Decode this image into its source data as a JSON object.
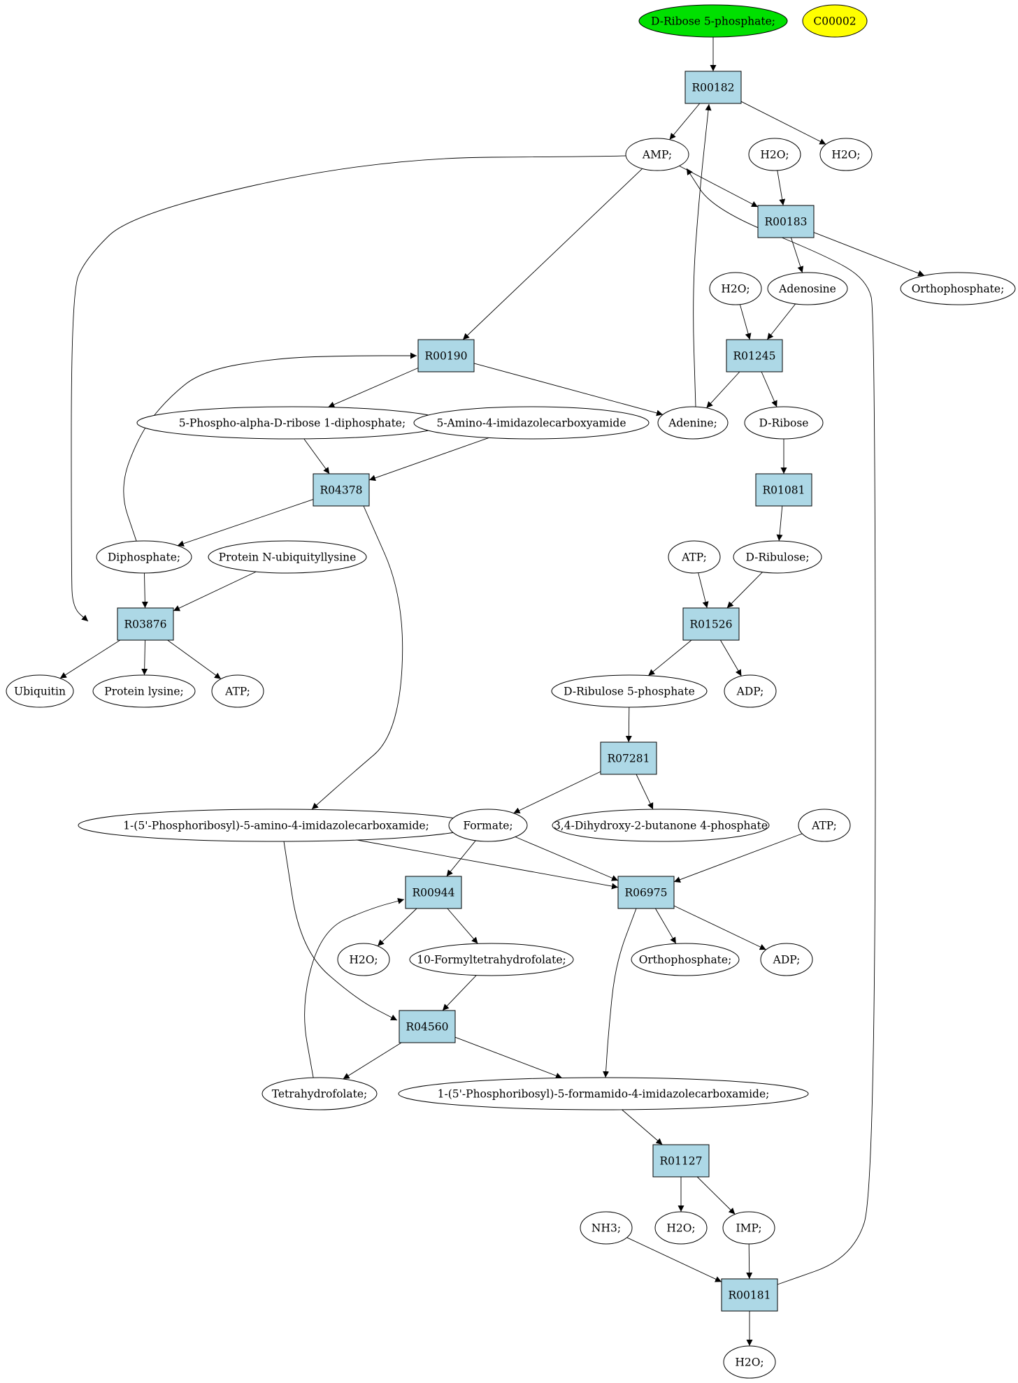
{
  "colors": {
    "reaction_fill": "#add8e6",
    "compound_fill": "#ffffff",
    "start_fill": "#00e000",
    "highlight_fill": "#ffff00",
    "stroke": "#000000"
  },
  "nodes": [
    {
      "id": "dr5p",
      "label": "D-Ribose 5-phosphate;",
      "kind": "start"
    },
    {
      "id": "c00002",
      "label": "C00002",
      "kind": "highlight"
    },
    {
      "id": "r00182",
      "label": "R00182",
      "kind": "reaction"
    },
    {
      "id": "amp",
      "label": "AMP;",
      "kind": "compound"
    },
    {
      "id": "h2o_a",
      "label": "H2O;",
      "kind": "compound"
    },
    {
      "id": "h2o_b",
      "label": "H2O;",
      "kind": "compound"
    },
    {
      "id": "r00183",
      "label": "R00183",
      "kind": "reaction"
    },
    {
      "id": "h2o_c",
      "label": "H2O;",
      "kind": "compound"
    },
    {
      "id": "adenosine",
      "label": "Adenosine",
      "kind": "compound"
    },
    {
      "id": "ortho1",
      "label": "Orthophosphate;",
      "kind": "compound"
    },
    {
      "id": "r00190",
      "label": "R00190",
      "kind": "reaction"
    },
    {
      "id": "r01245",
      "label": "R01245",
      "kind": "reaction"
    },
    {
      "id": "prpp",
      "label": "5-Phospho-alpha-D-ribose 1-diphosphate;",
      "kind": "compound"
    },
    {
      "id": "aica",
      "label": "5-Amino-4-imidazolecarboxyamide",
      "kind": "compound"
    },
    {
      "id": "adenine",
      "label": "Adenine;",
      "kind": "compound"
    },
    {
      "id": "dribose",
      "label": "D-Ribose",
      "kind": "compound"
    },
    {
      "id": "r04378",
      "label": "R04378",
      "kind": "reaction"
    },
    {
      "id": "r01081",
      "label": "R01081",
      "kind": "reaction"
    },
    {
      "id": "diphos",
      "label": "Diphosphate;",
      "kind": "compound"
    },
    {
      "id": "pnub",
      "label": "Protein N-ubiquityllysine",
      "kind": "compound"
    },
    {
      "id": "atp_a",
      "label": "ATP;",
      "kind": "compound"
    },
    {
      "id": "dribulose",
      "label": "D-Ribulose;",
      "kind": "compound"
    },
    {
      "id": "r03876",
      "label": "R03876",
      "kind": "reaction"
    },
    {
      "id": "r01526",
      "label": "R01526",
      "kind": "reaction"
    },
    {
      "id": "ubiquitin",
      "label": "Ubiquitin",
      "kind": "compound"
    },
    {
      "id": "plys",
      "label": "Protein lysine;",
      "kind": "compound"
    },
    {
      "id": "atp_b",
      "label": "ATP;",
      "kind": "compound"
    },
    {
      "id": "dribulose5p",
      "label": "D-Ribulose 5-phosphate",
      "kind": "compound"
    },
    {
      "id": "adp_a",
      "label": "ADP;",
      "kind": "compound"
    },
    {
      "id": "r07281",
      "label": "R07281",
      "kind": "reaction"
    },
    {
      "id": "aicar",
      "label": "1-(5'-Phosphoribosyl)-5-amino-4-imidazolecarboxamide;",
      "kind": "compound"
    },
    {
      "id": "formate",
      "label": "Formate;",
      "kind": "compound"
    },
    {
      "id": "dhbp",
      "label": "3,4-Dihydroxy-2-butanone 4-phosphate",
      "kind": "compound"
    },
    {
      "id": "atp_c",
      "label": "ATP;",
      "kind": "compound"
    },
    {
      "id": "r00944",
      "label": "R00944",
      "kind": "reaction"
    },
    {
      "id": "r06975",
      "label": "R06975",
      "kind": "reaction"
    },
    {
      "id": "h2o_d",
      "label": "H2O;",
      "kind": "compound"
    },
    {
      "id": "fthf",
      "label": "10-Formyltetrahydrofolate;",
      "kind": "compound"
    },
    {
      "id": "ortho2",
      "label": "Orthophosphate;",
      "kind": "compound"
    },
    {
      "id": "adp_b",
      "label": "ADP;",
      "kind": "compound"
    },
    {
      "id": "r04560",
      "label": "R04560",
      "kind": "reaction"
    },
    {
      "id": "thf",
      "label": "Tetrahydrofolate;",
      "kind": "compound"
    },
    {
      "id": "faicar",
      "label": "1-(5'-Phosphoribosyl)-5-formamido-4-imidazolecarboxamide;",
      "kind": "compound"
    },
    {
      "id": "r01127",
      "label": "R01127",
      "kind": "reaction"
    },
    {
      "id": "nh3",
      "label": "NH3;",
      "kind": "compound"
    },
    {
      "id": "h2o_e",
      "label": "H2O;",
      "kind": "compound"
    },
    {
      "id": "imp",
      "label": "IMP;",
      "kind": "compound"
    },
    {
      "id": "r00181",
      "label": "R00181",
      "kind": "reaction"
    },
    {
      "id": "h2o_f",
      "label": "H2O;",
      "kind": "compound"
    }
  ],
  "edges": [
    [
      "dr5p",
      "r00182"
    ],
    [
      "r00182",
      "amp"
    ],
    [
      "r00182",
      "h2o_b"
    ],
    [
      "adenine",
      "r00182"
    ],
    [
      "amp",
      "r00183"
    ],
    [
      "h2o_a",
      "r00183"
    ],
    [
      "r00183",
      "adenosine"
    ],
    [
      "r00183",
      "ortho1"
    ],
    [
      "amp",
      "r00190"
    ],
    [
      "amp",
      "r03876"
    ],
    [
      "h2o_c",
      "r01245"
    ],
    [
      "adenosine",
      "r01245"
    ],
    [
      "r01245",
      "adenine"
    ],
    [
      "r01245",
      "dribose"
    ],
    [
      "r00190",
      "prpp"
    ],
    [
      "r00190",
      "adenine"
    ],
    [
      "diphos",
      "r00190"
    ],
    [
      "prpp",
      "r04378"
    ],
    [
      "aica",
      "r04378"
    ],
    [
      "r04378",
      "diphos"
    ],
    [
      "r04378",
      "aicar"
    ],
    [
      "dribose",
      "r01081"
    ],
    [
      "r01081",
      "dribulose"
    ],
    [
      "diphos",
      "r03876"
    ],
    [
      "pnub",
      "r03876"
    ],
    [
      "r03876",
      "ubiquitin"
    ],
    [
      "r03876",
      "plys"
    ],
    [
      "r03876",
      "atp_b"
    ],
    [
      "atp_a",
      "r01526"
    ],
    [
      "dribulose",
      "r01526"
    ],
    [
      "r01526",
      "dribulose5p"
    ],
    [
      "r01526",
      "adp_a"
    ],
    [
      "dribulose5p",
      "r07281"
    ],
    [
      "r07281",
      "formate"
    ],
    [
      "r07281",
      "dhbp"
    ],
    [
      "formate",
      "r00944"
    ],
    [
      "formate",
      "r06975"
    ],
    [
      "aicar",
      "r06975"
    ],
    [
      "atp_c",
      "r06975"
    ],
    [
      "aicar",
      "r04560"
    ],
    [
      "r00944",
      "h2o_d"
    ],
    [
      "r00944",
      "fthf"
    ],
    [
      "thf",
      "r00944"
    ],
    [
      "r06975",
      "ortho2"
    ],
    [
      "r06975",
      "adp_b"
    ],
    [
      "r06975",
      "faicar"
    ],
    [
      "fthf",
      "r04560"
    ],
    [
      "r04560",
      "thf"
    ],
    [
      "r04560",
      "faicar"
    ],
    [
      "faicar",
      "r01127"
    ],
    [
      "r01127",
      "h2o_e"
    ],
    [
      "r01127",
      "imp"
    ],
    [
      "nh3",
      "r00181"
    ],
    [
      "imp",
      "r00181"
    ],
    [
      "r00181",
      "h2o_f"
    ],
    [
      "r00181",
      "amp"
    ]
  ]
}
